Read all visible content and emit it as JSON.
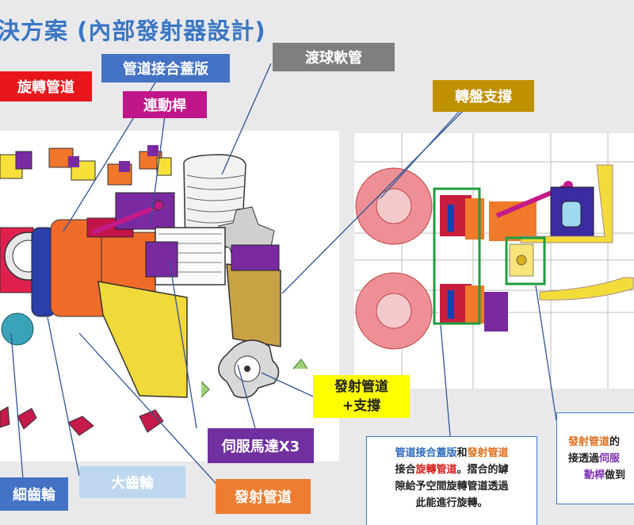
{
  "slide": {
    "title": "決方案 (內部發射器設計)"
  },
  "labels": {
    "rotating_pipe": "旋轉管道",
    "pipe_cover": "管道接合蓋版",
    "transfer_hose": "渡球軟管",
    "linkage_rod": "連動桿",
    "turntable_support": "轉盤支撐",
    "launch_pipe_support_l1": "發射管道",
    "launch_pipe_support_l2": "+支撐",
    "servo_motor": "伺服馬達X3",
    "small_gear": "細齒輪",
    "large_gear": "大齒輪",
    "launch_pipe": "發射管道"
  },
  "note_center": {
    "p1": "管道接合蓋版",
    "p2": "和",
    "p3": "發射管道",
    "p4": "接合",
    "p5": "旋轉管道",
    "p6": "。摺合的罅",
    "line3": "隙給予空間旋轉管道透過",
    "line4": "此能進行旋轉。"
  },
  "note_right": {
    "p1": "發射管道",
    "p2": "的",
    "p3": "接透過",
    "p4": "伺服",
    "p5": "動桿",
    "p6": "做到"
  },
  "colors": {
    "title": "#3a76c4",
    "label_red": "#e8161b",
    "label_blue": "#4472c4",
    "label_gray": "#7f7f7f",
    "label_magenta": "#c1168a",
    "label_gold": "#bf9000",
    "label_yellow": "#ffff00",
    "label_purple": "#7030a0",
    "label_lightblue": "#bdd7ee",
    "label_orange": "#ed7d31",
    "highlight_green": "#1f9e3f"
  }
}
